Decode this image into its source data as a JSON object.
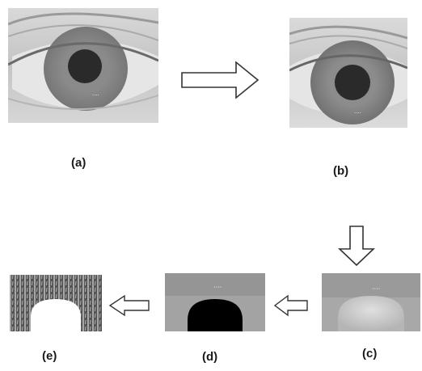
{
  "panels": {
    "a": {
      "label": "(a)"
    },
    "b": {
      "label": "(b)"
    },
    "c": {
      "label": "(c)"
    },
    "d": {
      "label": "(d)"
    },
    "e": {
      "label": "(e)"
    }
  },
  "colors": {
    "skin": "#cfcfcf",
    "iris": "#8e8e8e",
    "pupil": "#2a2a2a",
    "arrow_fill": "#ffffff",
    "arrow_stroke": "#333333"
  }
}
